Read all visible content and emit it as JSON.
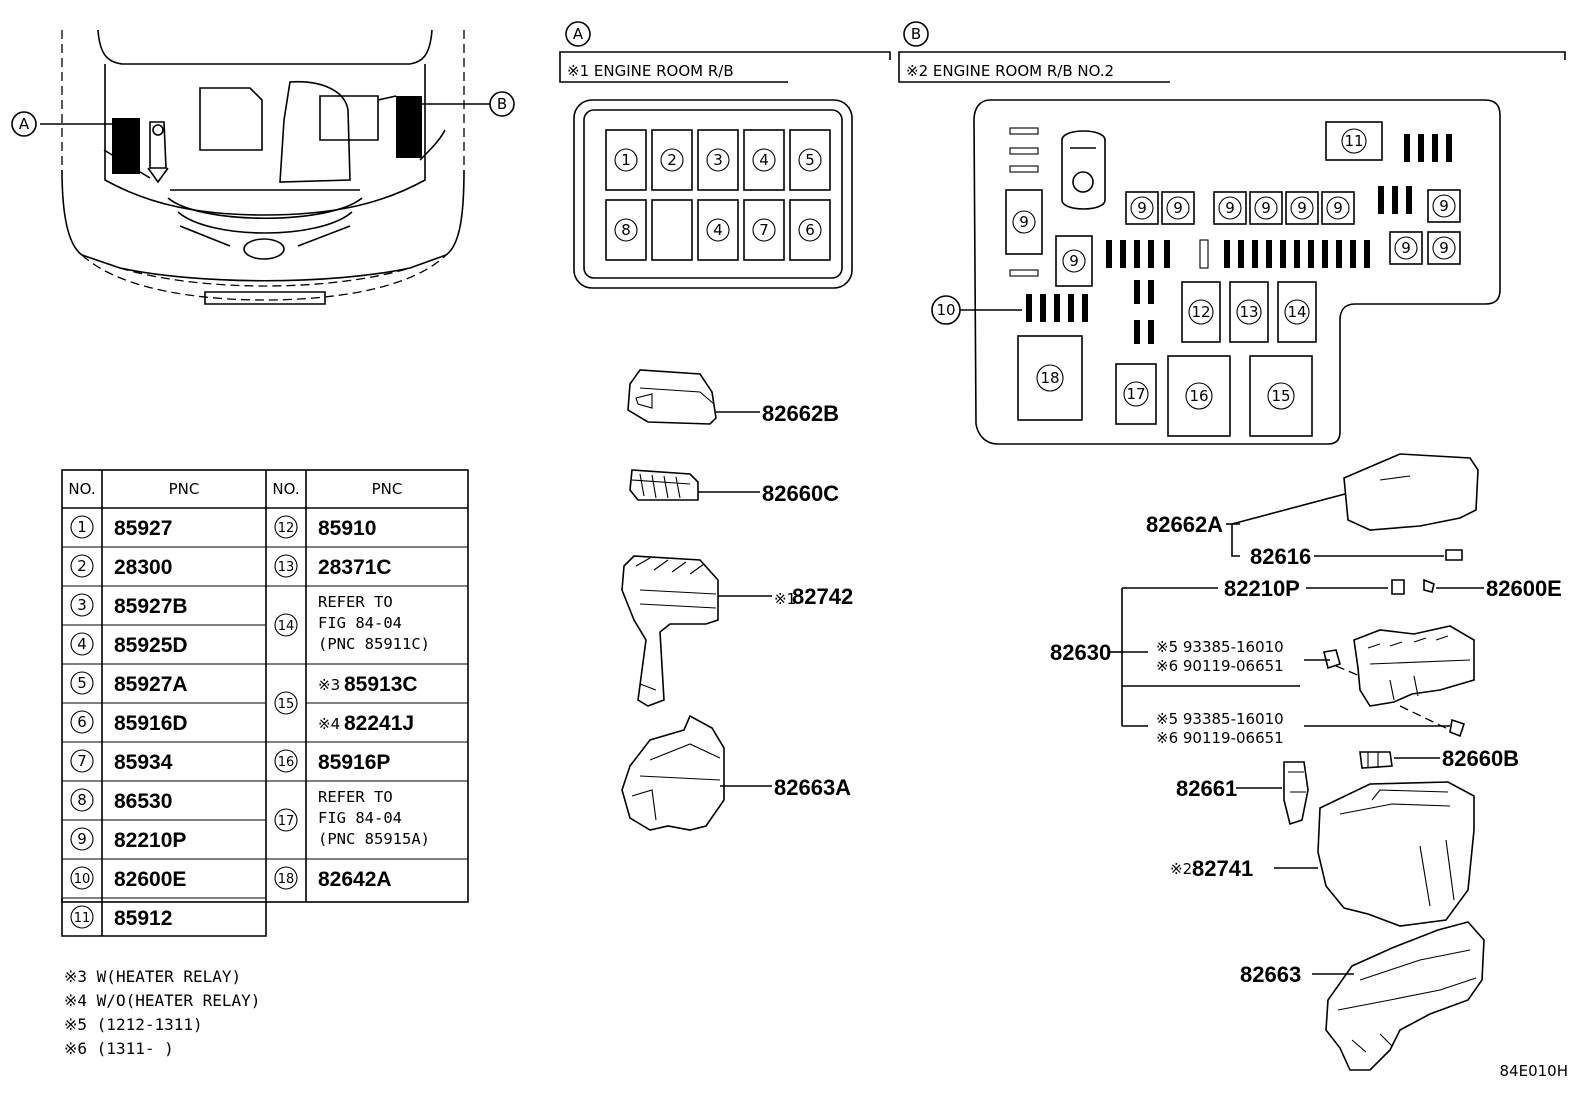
{
  "markers": {
    "a": "A",
    "b": "B"
  },
  "sections": {
    "a_title": "※1 ENGINE ROOM R/B",
    "b_title": "※2 ENGINE ROOM R/B NO.2"
  },
  "relay_box_a": {
    "top": [
      "1",
      "2",
      "3",
      "4",
      "5"
    ],
    "bottom": [
      "8",
      "",
      "4",
      "7",
      "6"
    ]
  },
  "relay_box_b": {
    "n9": "9",
    "n10": "10",
    "n11": "11",
    "n12": "12",
    "n13": "13",
    "n14": "14",
    "n15": "15",
    "n16": "16",
    "n17": "17",
    "n18": "18"
  },
  "parts_a": {
    "p1": "82662B",
    "p2": "82660C",
    "p3_prefix": "※1",
    "p3": "82742",
    "p4": "82663A"
  },
  "parts_b": {
    "p_82662A": "82662A",
    "p_82616": "82616",
    "p_82210P": "82210P",
    "p_82600E": "82600E",
    "p_82630": "82630",
    "bolt1_a": "※5 93385-16010",
    "bolt1_b": "※6 90119-06651",
    "bolt2_a": "※5 93385-16010",
    "bolt2_b": "※6 90119-06651",
    "p_82660B": "82660B",
    "p_82661": "82661",
    "p_82741_prefix": "※2",
    "p_82741": "82741",
    "p_82663": "82663"
  },
  "table": {
    "headers": {
      "no": "NO.",
      "pnc": "PNC"
    },
    "left": [
      {
        "no": "1",
        "pnc": "85927"
      },
      {
        "no": "2",
        "pnc": "28300"
      },
      {
        "no": "3",
        "pnc": "85927B"
      },
      {
        "no": "4",
        "pnc": "85925D"
      },
      {
        "no": "5",
        "pnc": "85927A"
      },
      {
        "no": "6",
        "pnc": "85916D"
      },
      {
        "no": "7",
        "pnc": "85934"
      },
      {
        "no": "8",
        "pnc": "86530"
      },
      {
        "no": "9",
        "pnc": "82210P"
      },
      {
        "no": "10",
        "pnc": "82600E"
      },
      {
        "no": "11",
        "pnc": "85912"
      }
    ],
    "right": {
      "r12": {
        "no": "12",
        "pnc": "85910"
      },
      "r13": {
        "no": "13",
        "pnc": "28371C"
      },
      "r14": {
        "no": "14",
        "line1": "REFER TO",
        "line2": "FIG 84-04",
        "line3": "(PNC 85911C)"
      },
      "r15": {
        "no": "15",
        "a_prefix": "※3",
        "a_pnc": "85913C",
        "b_prefix": "※4",
        "b_pnc": "82241J"
      },
      "r16": {
        "no": "16",
        "pnc": "85916P"
      },
      "r17": {
        "no": "17",
        "line1": "REFER TO",
        "line2": "FIG 84-04",
        "line3": "(PNC 85915A)"
      },
      "r18": {
        "no": "18",
        "pnc": "82642A"
      }
    }
  },
  "notes": [
    "※3 W(HEATER RELAY)",
    "※4 W/O(HEATER RELAY)",
    "※5 (1212-1311)",
    "※6 (1311-     )"
  ],
  "figure_id": "84E010H"
}
